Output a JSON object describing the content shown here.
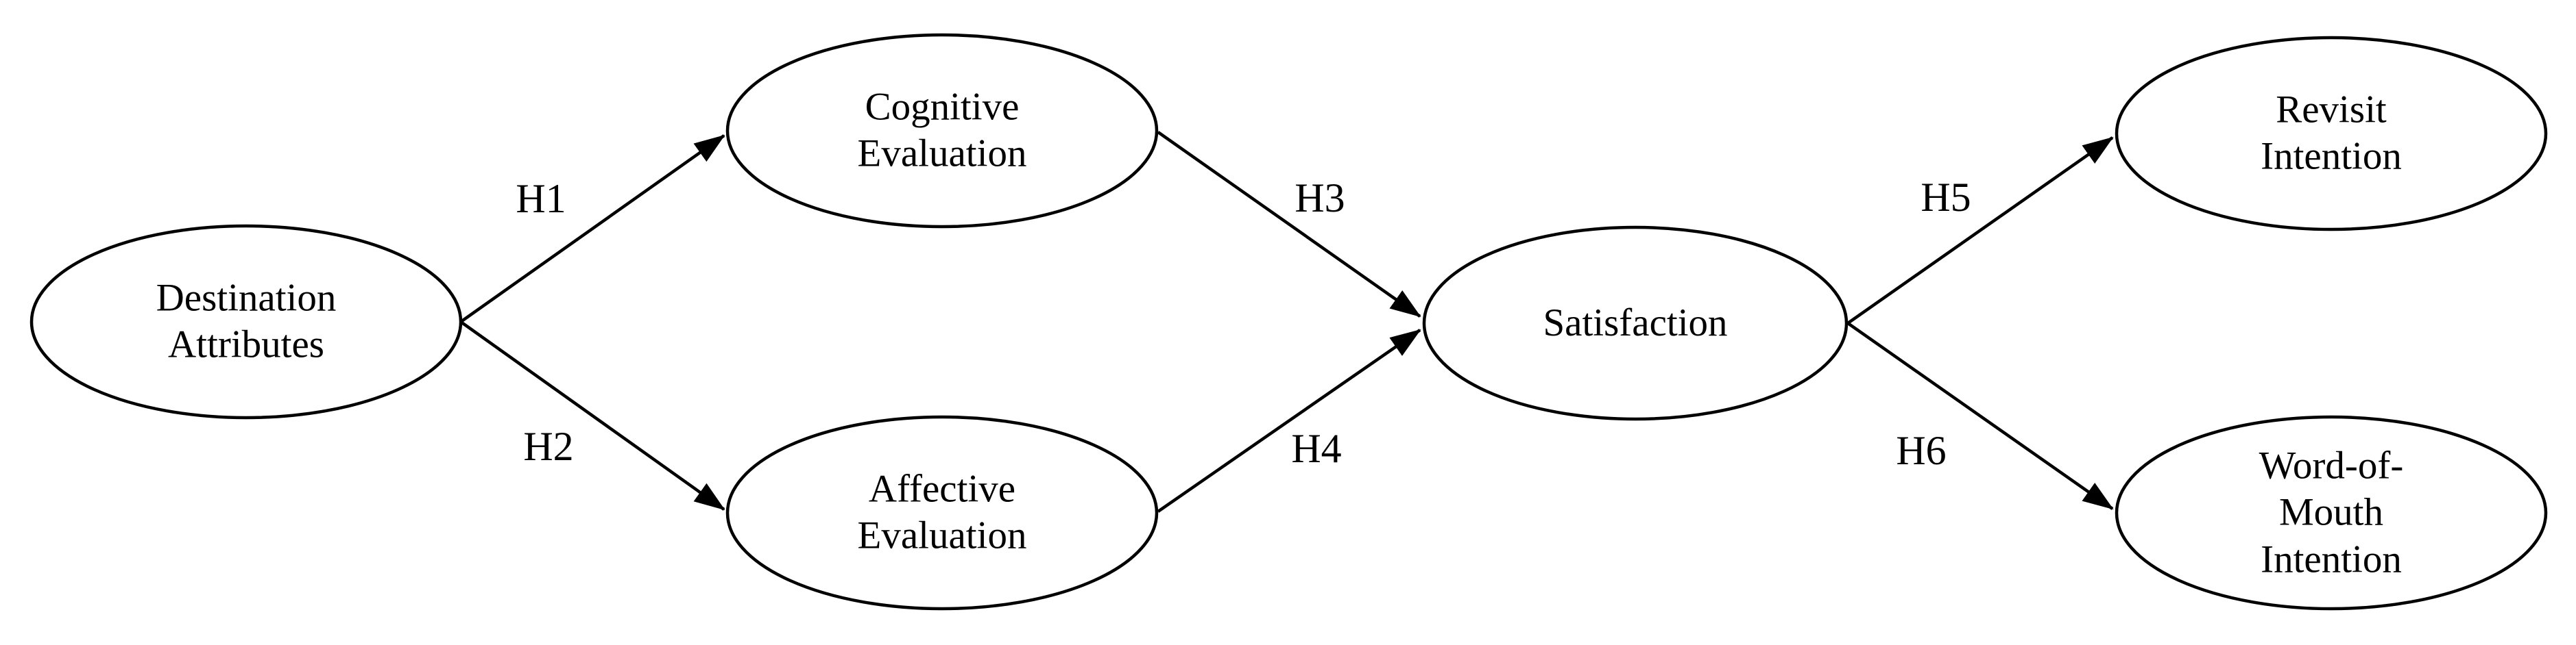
{
  "figure": {
    "type": "structural-model-path-diagram",
    "background_color": "#ffffff",
    "stroke_color": "#000000",
    "text_color": "#000000"
  },
  "nodes": [
    {
      "id": "destination-attributes",
      "label": "Destination\nAttributes"
    },
    {
      "id": "cognitive-evaluation",
      "label": "Cognitive\nEvaluation"
    },
    {
      "id": "affective-evaluation",
      "label": "Affective\nEvaluation"
    },
    {
      "id": "satisfaction",
      "label": "Satisfaction"
    },
    {
      "id": "revisit-intention",
      "label": "Revisit\nIntention"
    },
    {
      "id": "word-of-mouth-intention",
      "label": "Word-of-\nMouth\nIntention"
    }
  ],
  "edges": [
    {
      "id": "h1",
      "label": "H1",
      "from": "destination-attributes",
      "to": "cognitive-evaluation"
    },
    {
      "id": "h2",
      "label": "H2",
      "from": "destination-attributes",
      "to": "affective-evaluation"
    },
    {
      "id": "h3",
      "label": "H3",
      "from": "cognitive-evaluation",
      "to": "satisfaction"
    },
    {
      "id": "h4",
      "label": "H4",
      "from": "affective-evaluation",
      "to": "satisfaction"
    },
    {
      "id": "h5",
      "label": "H5",
      "from": "satisfaction",
      "to": "revisit-intention"
    },
    {
      "id": "h6",
      "label": "H6",
      "from": "satisfaction",
      "to": "word-of-mouth-intention"
    }
  ]
}
